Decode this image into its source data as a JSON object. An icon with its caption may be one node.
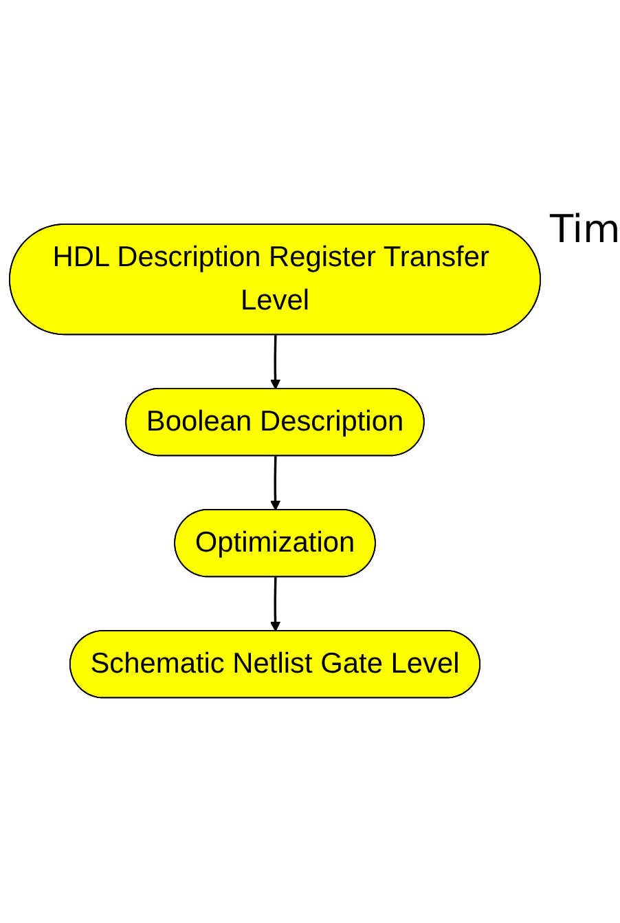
{
  "diagram": {
    "nodes": [
      {
        "text": [
          "HDL Description Register Transfer Level"
        ]
      },
      {
        "text": [
          "Boolean Description"
        ]
      },
      {
        "text": [
          "Optimization"
        ]
      },
      {
        "text": [
          "Schematic Netlist Gate Level"
        ]
      }
    ],
    "edges": [
      {
        "from": 0,
        "to": 1,
        "arrow": "to"
      },
      {
        "from": 1,
        "to": 2,
        "arrow": "to"
      },
      {
        "from": 2,
        "to": 3,
        "arrow": "to"
      }
    ],
    "labels": [
      "Tim"
    ]
  }
}
